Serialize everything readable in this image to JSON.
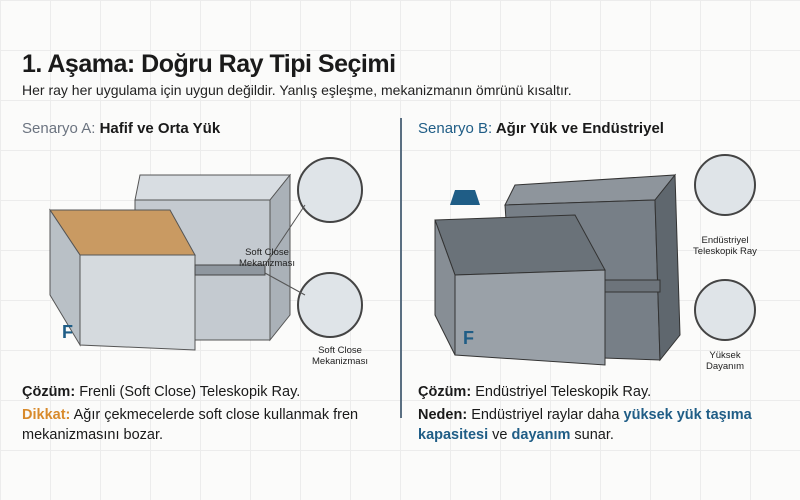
{
  "title": "1. Aşama: Doğru Ray Tipi Seçimi",
  "subtitle": "Her ray her uygulama için uygun değildir. Yanlış eşleşme, mekanizmanın ömrünü kısaltır.",
  "scenario_a": {
    "prefix": "Senaryo A:",
    "title": "Hafif ve Orta Yük",
    "labels": [
      "Soft Close Mekanizması",
      "Soft Close Mekanizması"
    ],
    "force": "F",
    "solution_label": "Çözüm:",
    "solution": "Frenli (Soft Close) Teleskopik Ray.",
    "warning_label": "Dikkat:",
    "warning": "Ağır çekmecelerde soft close kullanmak fren mekanizmasını bozar."
  },
  "scenario_b": {
    "prefix": "Senaryo B:",
    "title": "Ağır Yük ve Endüstriyel",
    "labels": [
      "Endüstriyel Teleskopik Ray",
      "Yüksek Dayanım"
    ],
    "force": "F",
    "solution_label": "Çözüm:",
    "solution": "Endüstriyel Teleskopik Ray.",
    "reason_label": "Neden:",
    "reason_1": "Endüstriyel raylar daha",
    "reason_hl1": "yüksek yük taşıma kapasitesi",
    "reason_2": "ve",
    "reason_hl2": "dayanım",
    "reason_3": "sunar."
  },
  "colors": {
    "accent": "#1f5d86",
    "warning": "#d88a2b"
  }
}
